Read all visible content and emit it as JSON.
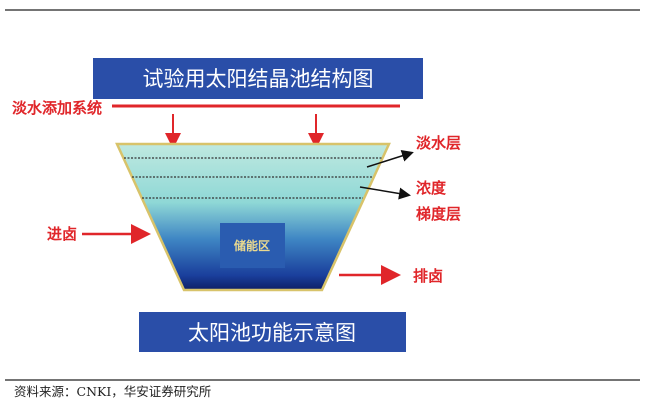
{
  "diagram": {
    "title_top": "试验用太阳结晶池结构图",
    "title_bottom": "太阳池功能示意图",
    "fresh_water_system": "淡水添加系统",
    "fresh_water_layer": "淡水层",
    "gradient_layer_line1": "浓度",
    "gradient_layer_line2": "梯度层",
    "storage_zone": "储能区",
    "brine_in": "进卤",
    "brine_out": "排卤"
  },
  "source": "资料来源：CNKI，华安证券研究所",
  "colors": {
    "banner": "#2a4ea8",
    "red": "#e0262a",
    "border": "#d8c36a"
  }
}
